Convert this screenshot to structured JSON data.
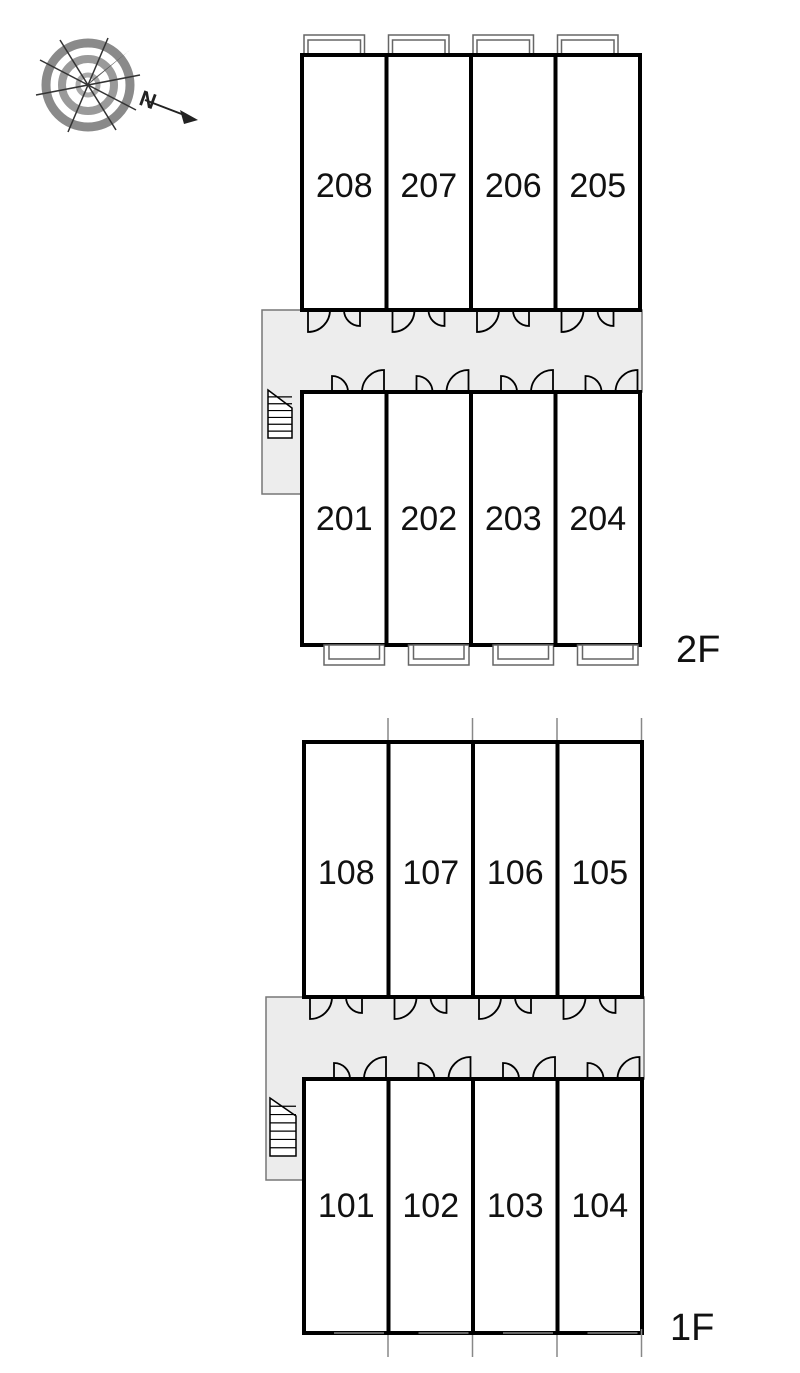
{
  "compass": {
    "north_label": "N",
    "icon": "compass-rose-icon"
  },
  "floors": [
    {
      "id": "2f",
      "label": "2F",
      "top_row": [
        "208",
        "207",
        "206",
        "205"
      ],
      "bottom_row": [
        "201",
        "202",
        "203",
        "204"
      ]
    },
    {
      "id": "1f",
      "label": "1F",
      "top_row": [
        "108",
        "107",
        "106",
        "105"
      ],
      "bottom_row": [
        "101",
        "102",
        "103",
        "104"
      ]
    }
  ],
  "colors": {
    "wall": "#000000",
    "corridor": "#ececec",
    "compass_ring": "#7a7a7a"
  }
}
